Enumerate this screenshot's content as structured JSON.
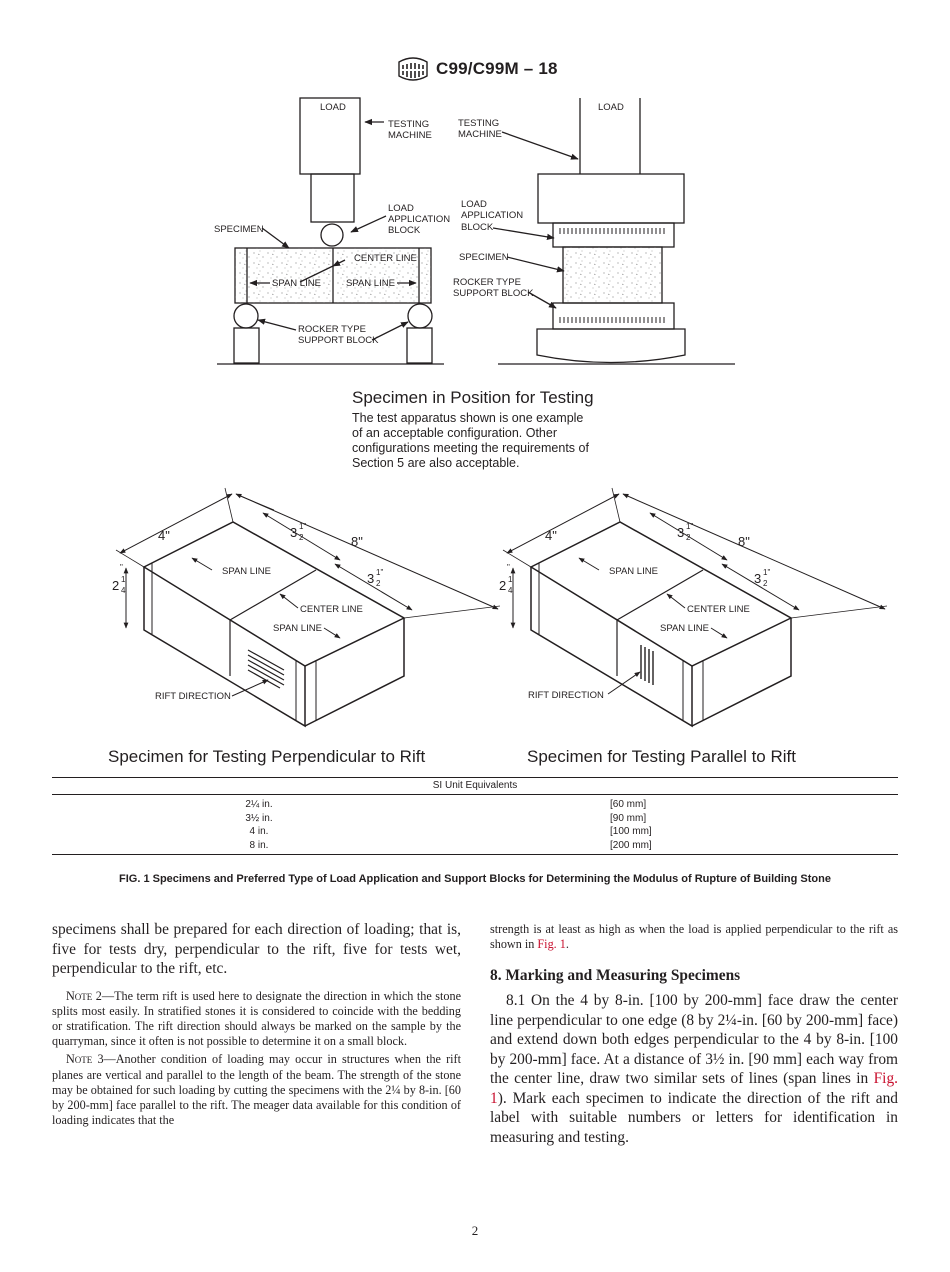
{
  "header": {
    "title": "C99/C99M – 18"
  },
  "figure": {
    "left_diagram": {
      "load": "LOAD",
      "testing_machine_1": "TESTING",
      "testing_machine_2": "MACHINE",
      "load_app_1": "LOAD",
      "load_app_2": "APPLICATION",
      "load_app_3": "BLOCK",
      "specimen": "SPECIMEN",
      "center_line": "CENTER LINE",
      "span_line_a": "SPAN LINE",
      "span_line_b": "SPAN LINE",
      "rocker_1": "ROCKER TYPE",
      "rocker_2": "SUPPORT BLOCK"
    },
    "right_diagram": {
      "load": "LOAD",
      "testing_machine_1": "TESTING",
      "testing_machine_2": "MACHINE",
      "load_app_1": "LOAD",
      "load_app_2": "APPLICATION",
      "load_app_3": "BLOCK",
      "specimen": "SPECIMEN",
      "rocker_1": "ROCKER TYPE",
      "rocker_2": "SUPPORT BLOCK"
    },
    "position_title": "Specimen in Position for Testing",
    "position_note": [
      "The test apparatus shown is one example",
      "of an acceptable configuration. Other",
      "configurations meeting the requirements of",
      "Section 5 are also acceptable."
    ],
    "perp_block": {
      "dim_4": "4\"",
      "dim_8": "8\"",
      "dim_3a_whole": "3",
      "dim_3b_whole": "3",
      "dim_2_whole": "2",
      "span_line_1": "SPAN LINE",
      "center_line": "CENTER LINE",
      "span_line_2": "SPAN LINE",
      "rift": "RIFT DIRECTION",
      "caption": "Specimen for Testing Perpendicular to Rift"
    },
    "par_block": {
      "dim_4": "4\"",
      "dim_8": "8\"",
      "dim_3a_whole": "3",
      "dim_3b_whole": "3",
      "dim_2_whole": "2",
      "span_line_1": "SPAN LINE",
      "center_line": "CENTER LINE",
      "span_line_2": "SPAN LINE",
      "rift": "RIFT DIRECTION",
      "caption": "Specimen for Testing Parallel to Rift"
    }
  },
  "si_table": {
    "header": "SI Unit Equivalents",
    "rows": [
      {
        "in": "2¼ in.",
        "mm": "[60 mm]"
      },
      {
        "in": "3½ in.",
        "mm": "[90 mm]"
      },
      {
        "in": "4 in.",
        "mm": "[100 mm]"
      },
      {
        "in": "8 in.",
        "mm": "[200 mm]"
      }
    ]
  },
  "fig_caption": "FIG. 1 Specimens and Preferred Type of Load Application and Support Blocks for Determining the Modulus of Rupture of Building Stone",
  "left_col": {
    "para1": "specimens shall be prepared for each direction of loading; that is, five for tests dry, perpendicular to the rift, five for tests wet, perpendicular to the rift, etc.",
    "note2_lead": "Note 2",
    "note2_text": "—The term rift is used here to designate the direction in which the stone splits most easily. In stratified stones it is considered to coincide with the bedding or stratification. The rift direction should always be marked on the sample by the quarryman, since it often is not possible to determine it on a small block.",
    "note3_lead": "Note 3",
    "note3_text": "—Another condition of loading may occur in structures when the rift planes are vertical and parallel to the length of the beam. The strength of the stone may be obtained for such loading by cutting the specimens with the 2¼ by 8-in. [60 by 200-mm] face parallel to the rift. The meager data available for this condition of loading indicates that the"
  },
  "right_col": {
    "cont_text": "strength is at least as high as when the load is applied perpendicular to the rift as shown in ",
    "cont_link": "Fig. 1",
    "cont_end": ".",
    "heading": "8. Marking and Measuring Specimens",
    "p81_a": "8.1 On the 4 by 8-in. [100 by 200-mm] face draw the center line perpendicular to one edge (8 by 2¼-in. [60 by 200-mm] face) and extend down both edges perpendicular to the 4 by 8-in. [100 by 200-mm] face. At a distance of 3½ in. [90 mm] each way from the center line, draw two similar sets of lines (span lines in ",
    "p81_link": "Fig. 1",
    "p81_b": "). Mark each specimen to indicate the direction of the rift and label with suitable numbers or letters for identification in measuring and testing."
  },
  "page_number": "2"
}
